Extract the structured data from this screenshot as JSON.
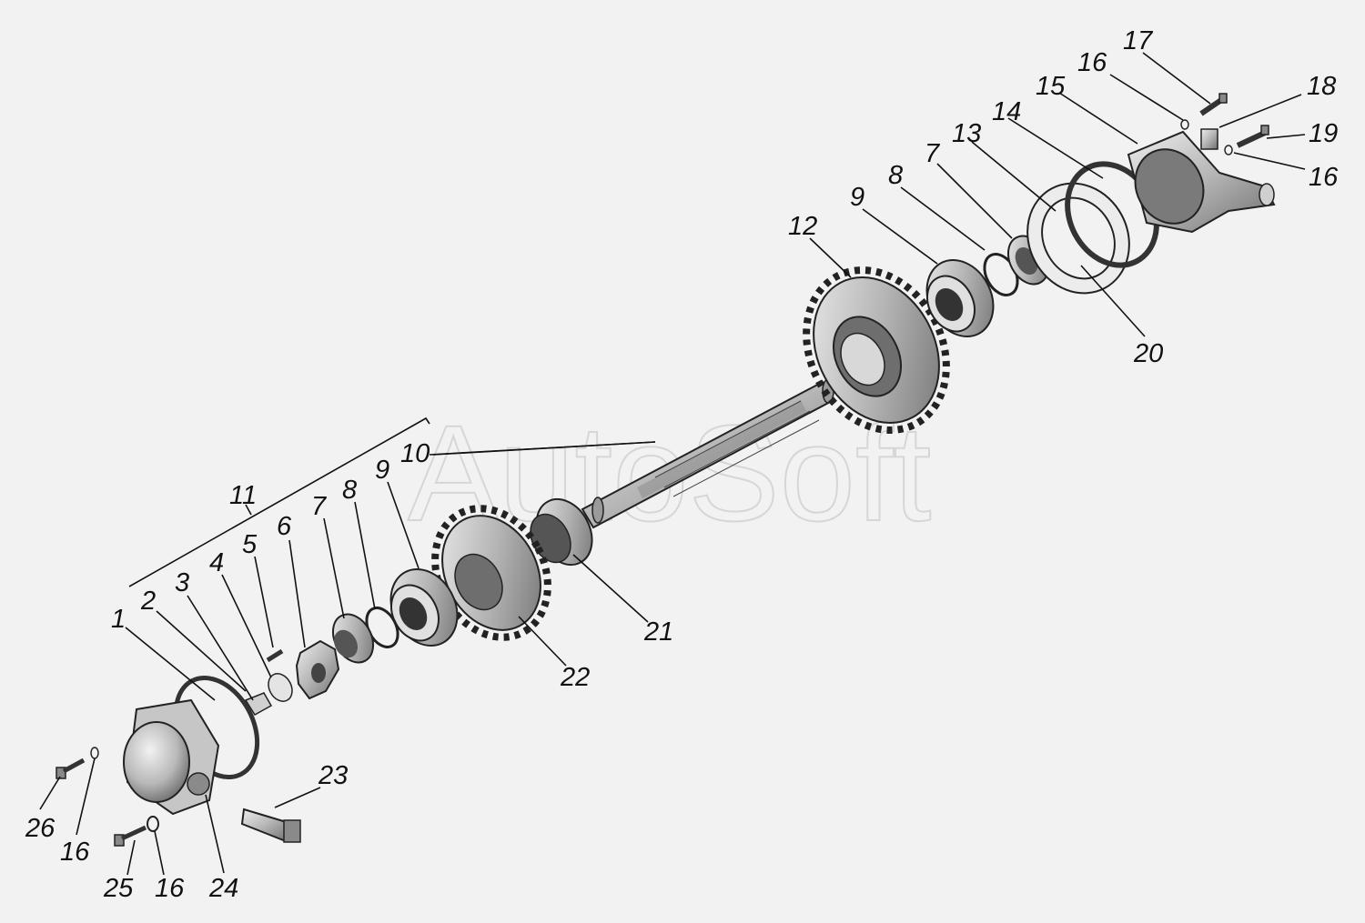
{
  "watermark": "AutoSoft",
  "callouts": {
    "n1": "1",
    "n2": "2",
    "n3": "3",
    "n4": "4",
    "n5": "5",
    "n6": "6",
    "n7a": "7",
    "n8a": "8",
    "n9a": "9",
    "n10": "10",
    "n11": "11",
    "n12": "12",
    "n9b": "9",
    "n8b": "8",
    "n7b": "7",
    "n13": "13",
    "n14": "14",
    "n15": "15",
    "n16a": "16",
    "n17": "17",
    "n18": "18",
    "n19": "19",
    "n16b": "16",
    "n20": "20",
    "n21": "21",
    "n22": "22",
    "n23": "23",
    "n24": "24",
    "n25": "25",
    "n16c": "16",
    "n26": "26",
    "n16d": "16"
  },
  "colors": {
    "background": "#f2f2f2",
    "line": "#111111",
    "part_fill": "#bfbfbf",
    "part_dark": "#7a7a7a",
    "part_light": "#e4e4e4",
    "watermark": "#d6d6d6"
  }
}
